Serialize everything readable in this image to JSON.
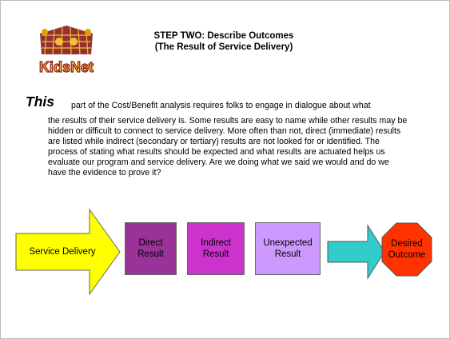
{
  "logo": {
    "text": "KidsNet"
  },
  "header": {
    "title_line1": "STEP TWO: Describe Outcomes",
    "title_line2": "(The Result of Service Delivery)"
  },
  "body": {
    "lead_word": "This",
    "first_line_rest": "part of the Cost/Benefit analysis requires folks to engage in  dialogue about what",
    "paragraph": "the results of their service delivery is. Some results are easy to name while other results may be hidden or difficult to connect to service delivery.  More often than not, direct (immediate) results are listed while indirect (secondary or tertiary) results are not looked for or identified. The process of stating what results should be expected and what results are actuated helps us evaluate our program and service delivery. Are we doing what we said we would and do we have the evidence to prove it?"
  },
  "flow": {
    "service_delivery": "Service Delivery",
    "direct_1": "Direct",
    "direct_2": "Result",
    "indirect_1": "Indirect",
    "indirect_2": "Result",
    "unexpected_1": "Unexpected",
    "unexpected_2": "Result",
    "desired_1": "Desired",
    "desired_2": "Outcome"
  },
  "colors": {
    "service_delivery": "#ffff00",
    "direct": "#993399",
    "indirect": "#cc33cc",
    "unexpected": "#cc99ff",
    "connector_arrow": "#33cccc",
    "desired_outcome": "#ff3300"
  }
}
